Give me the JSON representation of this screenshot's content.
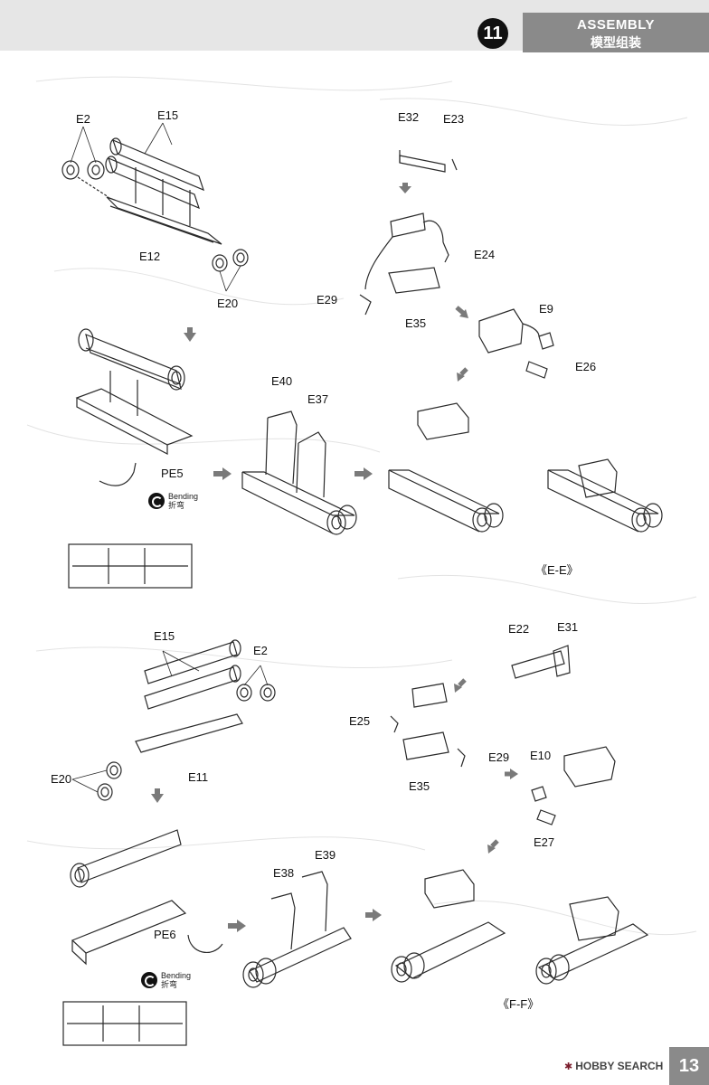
{
  "header": {
    "step_number": "11",
    "title_en": "ASSEMBLY",
    "title_zh": "模型组装"
  },
  "labels": {
    "e2_top": "E2",
    "e15_top": "E15",
    "e12": "E12",
    "e20_top": "E20",
    "pe5": "PE5",
    "e32": "E32",
    "e23": "E23",
    "e24": "E24",
    "e29_top": "E29",
    "e35_top": "E35",
    "e9": "E9",
    "e26": "E26",
    "e40": "E40",
    "e37": "E37",
    "view_e": "《E-E》",
    "e15_bottom": "E15",
    "e2_bottom": "E2",
    "e20_bottom": "E20",
    "e11": "E11",
    "pe6": "PE6",
    "e22": "E22",
    "e31": "E31",
    "e25": "E25",
    "e29_bottom": "E29",
    "e10": "E10",
    "e35_bottom": "E35",
    "e27": "E27",
    "e38": "E38",
    "e39": "E39",
    "view_f": "《F-F》"
  },
  "bending": {
    "en": "Bending",
    "zh": "折弯"
  },
  "footer": {
    "logo": "HOBBY SEARCH",
    "page_number": "13"
  },
  "colors": {
    "header_bg": "#e6e6e6",
    "title_box": "#8a8a8a",
    "line": "#2a2a2a",
    "arrow": "#7a7a7a",
    "logo_accent": "#7a1c2b"
  },
  "icons": [
    "bending-icon",
    "arrow-down-icon",
    "arrow-right-icon",
    "arrow-diagonal-icon"
  ]
}
